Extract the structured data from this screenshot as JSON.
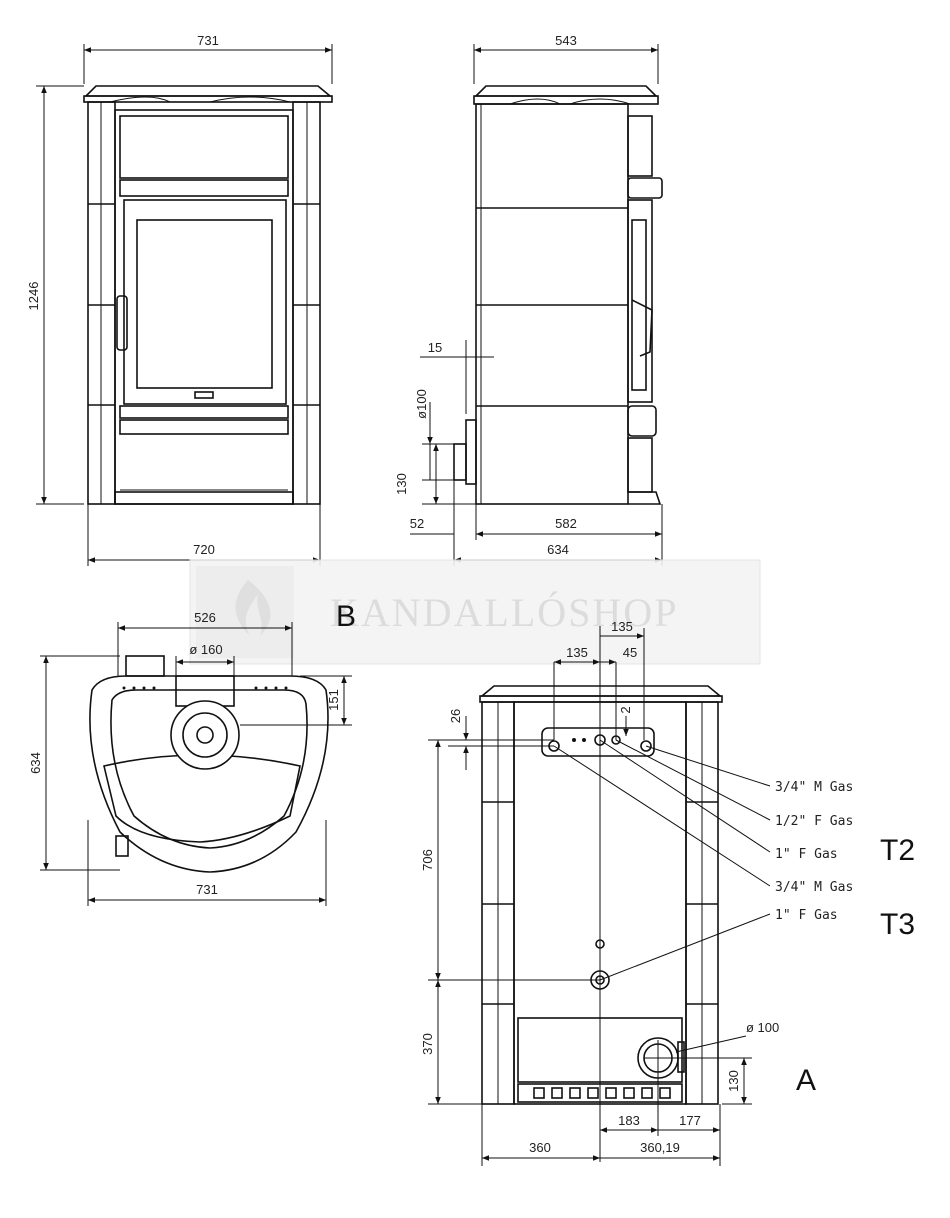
{
  "front_view": {
    "width_top": "731",
    "height": "1246",
    "width_bottom": "720"
  },
  "side_view": {
    "depth_top": "543",
    "offset": "15",
    "flue_diameter": "ø100",
    "flue_height": "130",
    "flue_projection": "52",
    "body_depth": "582",
    "total_depth": "634"
  },
  "top_view": {
    "width": "526",
    "flue_diameter": "ø 160",
    "flue_offset": "151",
    "depth": "634",
    "total_width": "731"
  },
  "rear_view": {
    "dim_135_top": "135",
    "dim_135": "135",
    "dim_45": "45",
    "dim_2": "2",
    "dim_26": "26",
    "height_706": "706",
    "height_370": "370",
    "outlet_diameter": "ø 100",
    "outlet_height": "130",
    "dim_183": "183",
    "dim_177": "177",
    "dim_360": "360",
    "dim_36019": "360,19"
  },
  "connections": [
    {
      "label": "3/4\" M Gas"
    },
    {
      "label": "1/2\" F Gas"
    },
    {
      "label": "1\" F Gas"
    },
    {
      "label": "3/4\" M Gas"
    },
    {
      "label": "1\" F Gas"
    }
  ],
  "view_labels": {
    "b": "B",
    "a": "A",
    "t2": "T2",
    "t3": "T3"
  },
  "watermark": "KANDALLÓSHOP"
}
